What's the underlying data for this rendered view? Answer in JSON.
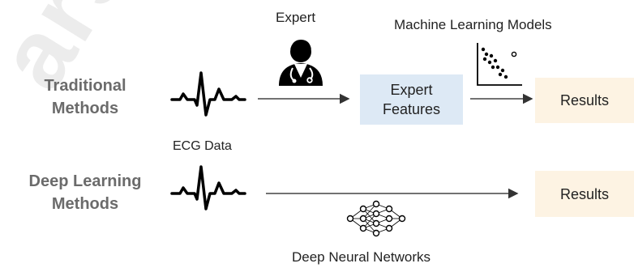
{
  "watermark": "arse",
  "rows": {
    "traditional": {
      "title_line1": "Traditional",
      "title_line2": "Methods"
    },
    "deep": {
      "title_line1": "Deep Learning",
      "title_line2": "Methods"
    }
  },
  "ecg_data_label": "ECG Data",
  "expert_label": "Expert",
  "expert_features": {
    "line1": "Expert",
    "line2": "Features"
  },
  "ml_models_label": "Machine Learning Models",
  "results_label": "Results",
  "dnn_label": "Deep Neural Networks",
  "colors": {
    "features_box": "#dde9f5",
    "results_box": "#fdf3e3",
    "row_title": "#6b6b6b"
  }
}
